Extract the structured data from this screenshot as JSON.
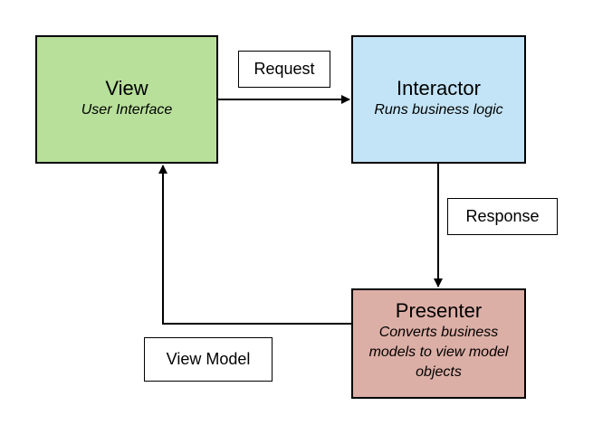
{
  "nodes": {
    "view": {
      "title": "View",
      "subtitle": "User Interface",
      "fill": "#b8e09a"
    },
    "interactor": {
      "title": "Interactor",
      "subtitle": "Runs business logic",
      "fill": "#c3e4f6"
    },
    "presenter": {
      "title": "Presenter",
      "subtitle": "Converts business models to view model objects",
      "fill": "#dcafa6"
    }
  },
  "edges": {
    "request": {
      "label": "Request",
      "from": "View",
      "to": "Interactor"
    },
    "response": {
      "label": "Response",
      "from": "Interactor",
      "to": "Presenter"
    },
    "view_model": {
      "label": "View Model",
      "from": "Presenter",
      "to": "View"
    }
  }
}
